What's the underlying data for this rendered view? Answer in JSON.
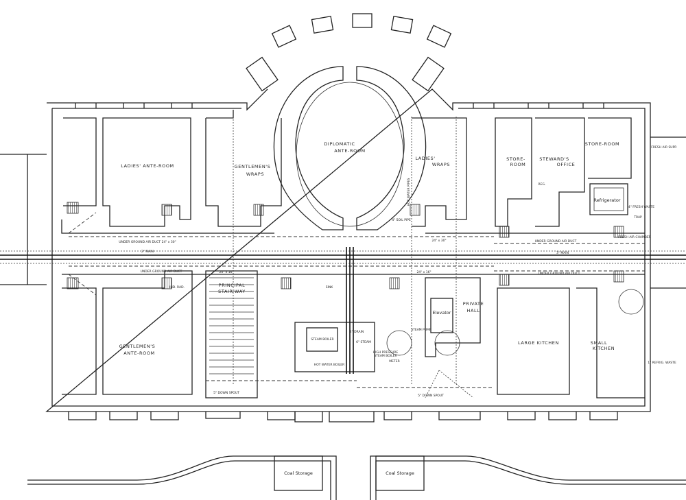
{
  "rooms": {
    "ladies_ante_room": "LADIES' ANTE-ROOM",
    "gentlemens_wraps_1": "GENTLEMEN'S",
    "gentlemens_wraps_2": "WRAPS",
    "diplomatic_1": "DIPLOMATIC",
    "diplomatic_2": "ANTE-ROOM",
    "ladies_wraps_1": "LADIES'",
    "ladies_wraps_2": "WRAPS",
    "store_room_1a": "STORE-",
    "store_room_1b": "ROOM",
    "stewards_1": "STEWARD'S",
    "stewards_2": "OFFICE",
    "store_room_2": "STORE-ROOM",
    "refrigerator": "Refrigerator",
    "fresh_air_supply": "FRESH AIR SUPP.",
    "principal_1": "PRINCIPAL",
    "principal_2": "STAIR-WAY",
    "gentlemens_ante_1": "GENTLEMEN'S",
    "gentlemens_ante_2": "ANTE-ROOM",
    "steam_boiler": "STEAM BOILER",
    "hot_water_boiler": "HOT WATER BOILER",
    "hp_steam_1": "HIGH PRESSURE",
    "hp_steam_2": "STEAM BOILER",
    "elevator": "Elevator",
    "private_1": "PRIVATE",
    "private_2": "HALL",
    "steam_pump": "STEAM PUMP",
    "large_kitchen": "LARGE KITCHEN",
    "small_kitchen_1": "SMALL",
    "small_kitchen_2": "KITCHEN",
    "coal_storage_1": "Coal Storage",
    "coal_storage_2": "Coal Storage"
  },
  "annotations": {
    "duct_top": "UNDER GROUND AIR DUCT   24\" x 30\"",
    "duct_bottom": "UNDER GROUND AIR DUCT",
    "duct_right_top": "UNDER GROUND AIR DUCT",
    "duct_right_bottom": "UNDER GROUND AIR DUCT",
    "size_24x30": "24\" x 30\"",
    "size_24x16a": "24\" x 16\"",
    "size_24x16b": "24\" x 16\"",
    "main": "2\" MAIN",
    "main_right": "3\" MAIN",
    "ind_rad": "IND. RAD.",
    "soil_pipe": "4\" SOIL PIPE",
    "down_spout_1": "5\" DOWN SPOUT",
    "down_spout_2": "5\" DOWN SPOUT",
    "drain": "2\" DRAIN",
    "steam": "6\" STEAM",
    "fresh_air_chamber": "FRESH AIR CHAMBER",
    "trap": "TRAP",
    "refrig_waste": "1\" REFRIG. WASTE",
    "fresh_waste": "4\" FRESH WASTE",
    "hot_water_pipes": "HOT WATER PIPES",
    "sink": "SINK",
    "meter": "METER",
    "reg": "REG."
  }
}
